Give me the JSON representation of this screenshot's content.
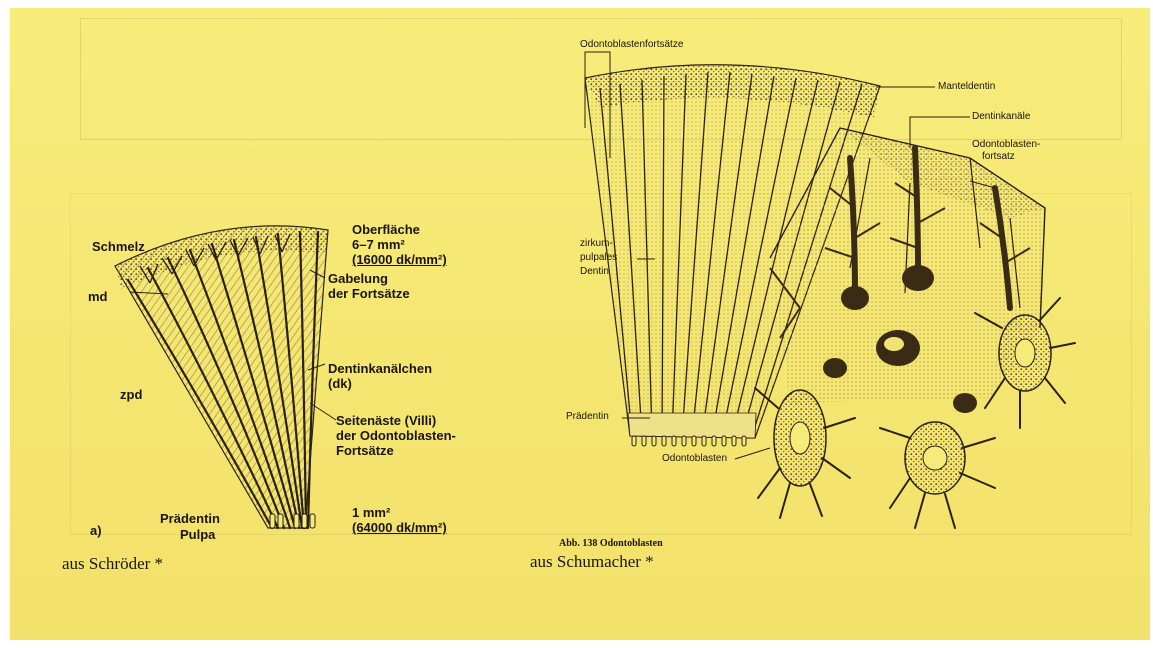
{
  "left_figure": {
    "schmelz": "Schmelz",
    "md": "md",
    "zpd": "zpd",
    "a": "a)",
    "praedentin": "Prädentin",
    "pulpa": "Pulpa",
    "oberflaeche_1": "Oberfläche",
    "oberflaeche_2": "6–7 mm²",
    "oberflaeche_3": "(16000 dk/mm²)",
    "gabelung_1": "Gabelung",
    "gabelung_2": "der Fortsätze",
    "dentinkanal_1": "Dentinkanälchen",
    "dentinkanal_2": "(dk)",
    "seiten_1": "Seitenäste (Villi)",
    "seiten_2": "der Odontoblasten-",
    "seiten_3": "Fortsätze",
    "mm_1": "1 mm²",
    "mm_2": "(64000 dk/mm²)",
    "source": "aus Schröder *"
  },
  "right_figure": {
    "odontoblastenfortsaetze": "Odontoblastenfortsätze",
    "manteldentin": "Manteldentin",
    "dentinkanaele": "Dentinkanäle",
    "odonto_fortsatz_1": "Odontoblasten-",
    "odonto_fortsatz_2": "fortsatz",
    "zirkum_1": "zirkum-",
    "zirkum_2": "pulpales",
    "zirkum_3": "Dentin",
    "praedentin": "Prädentin",
    "odontoblasten": "Odontoblasten",
    "caption": "Abb. 138   Odontoblasten",
    "source": "aus Schumacher *"
  }
}
